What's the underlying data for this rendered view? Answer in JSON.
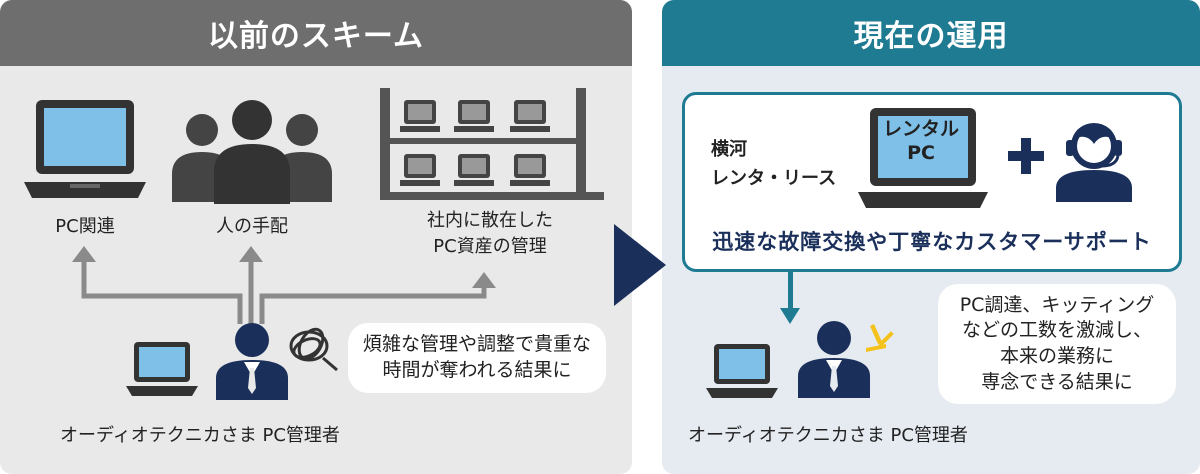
{
  "before": {
    "title": "以前のスキーム",
    "items": [
      {
        "label": "PC関連"
      },
      {
        "label": "人の手配"
      },
      {
        "label": "社内に散在した\nPC資産の管理"
      }
    ],
    "bubble": "煩雑な管理や調整で貴重な\n時間が奪われる結果に",
    "admin_label": "オーディオテクニカさま PC管理者"
  },
  "after": {
    "title": "現在の運用",
    "provider": "横河\nレンタ・リース",
    "pc_label": "レンタル\nPC",
    "service": "迅速な故障交換や丁寧なカスタマーサポート",
    "bubble": "PC調達、キッティング\nなどの工数を激減し、\n本来の業務に\n専念できる結果に",
    "admin_label": "オーディオテクニカさま PC管理者"
  },
  "colors": {
    "left_header": "#6e6e6e",
    "right_header": "#1e7b92",
    "navy": "#1a2f5a",
    "arrow_gray": "#8a8a8a",
    "screen_blue": "#7fc0e8",
    "accent_yellow": "#f4c21a"
  }
}
